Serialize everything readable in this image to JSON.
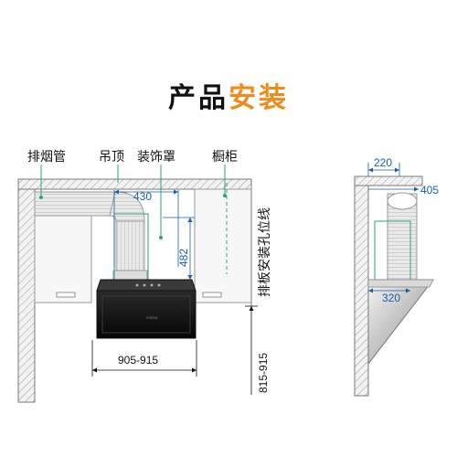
{
  "title": {
    "part1": "产品",
    "part2": "安装"
  },
  "labels": {
    "exhaust_pipe": "排烟管",
    "ceiling": "吊顶",
    "decorative_cover": "装饰罩",
    "cabinet": "橱柜",
    "exhaust_hole": "排板安装孔位线"
  },
  "dimensions": {
    "d430": "430",
    "d482": "482",
    "width_range": "905-915",
    "height_range": "815-915",
    "d220": "220",
    "d405": "405",
    "d320": "320"
  },
  "colors": {
    "accent": "#f08a1a",
    "dimension_line": "#1a5fa8",
    "guide_line": "#2aa37a",
    "wall_fill": "#ececec"
  }
}
